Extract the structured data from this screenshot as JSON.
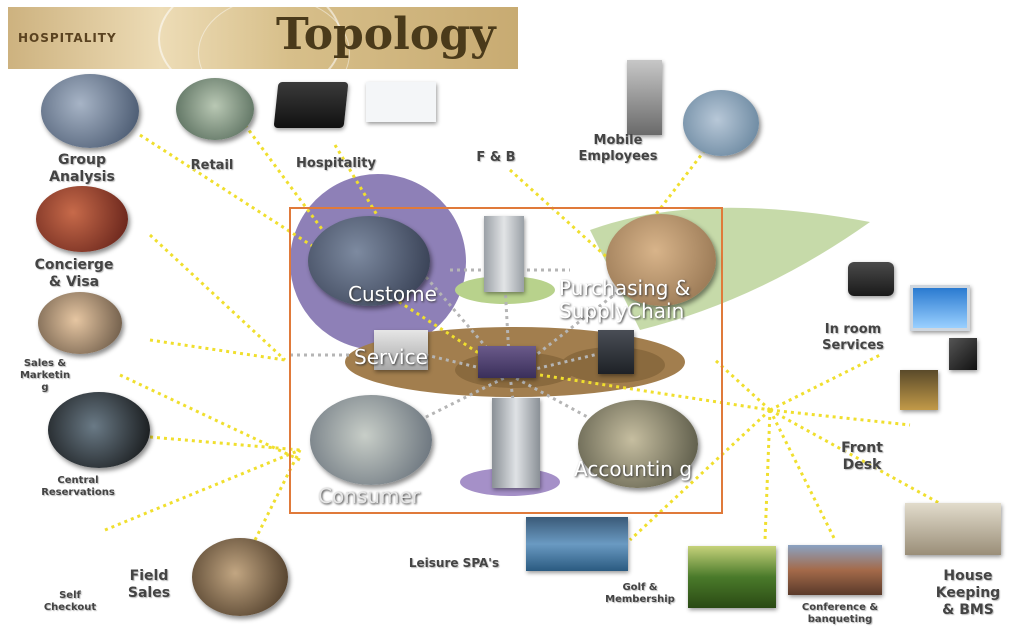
{
  "banner": {
    "brand": "HOSPITALITY",
    "title": "Topology"
  },
  "labels": {
    "group_analysis": "Group Analysis",
    "retail": "Retail",
    "hospitality": "Hospitality",
    "fb": "F & B",
    "mobile": "Mobile Employees",
    "concierge": "Concierge & Visa",
    "sales": "Sales & Marketin g",
    "central": "Central Reservations",
    "self_checkout": "Self Checkout",
    "field_sales": "Field Sales",
    "leisure": "Leisure SPA's",
    "golf": "Golf & Membership",
    "conference": "Conference & banqueting",
    "house": "House Keeping & BMS",
    "front_desk": "Front Desk",
    "in_room": "In room Services"
  },
  "center": {
    "customer": "Custome",
    "purchasing": "Purchasing & SupplyChain",
    "service": "Service",
    "consumer": "Consumer",
    "accounting": "Accountin g"
  },
  "colors": {
    "frame": "#e07a3a",
    "dots": "#f2e23a",
    "ellipse": "#9c7a4a",
    "purple": "#6a5a9a",
    "green": "#a6c27a"
  },
  "icons": [
    "phone-icon",
    "monitor-icon",
    "keycard-icon",
    "door-lock-icon",
    "server-icon",
    "mobile-phone-icon",
    "pos-terminal-icon"
  ]
}
